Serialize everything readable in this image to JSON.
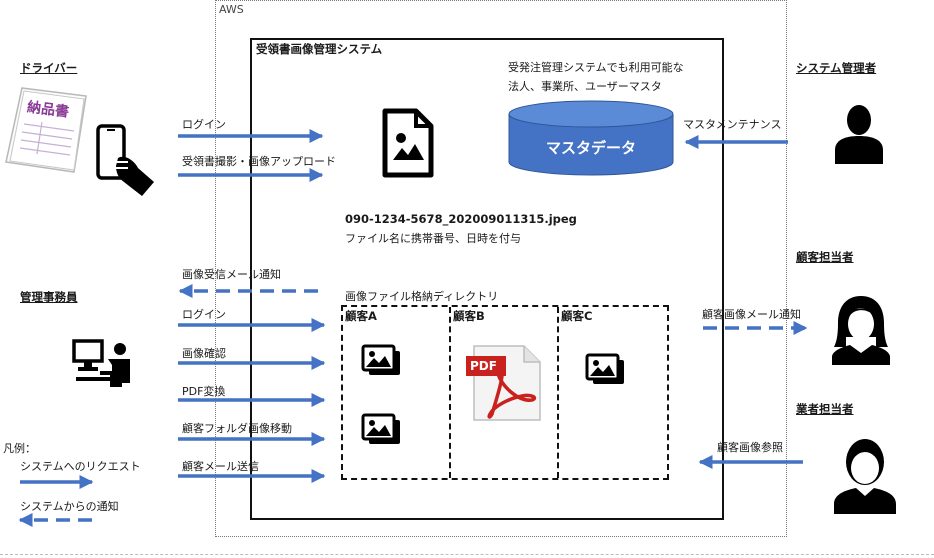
{
  "aws_label": "AWS",
  "system_title": "受領書画像管理システム",
  "note_line1": "受発注管理システムでも利用可能な",
  "note_line2": "法人、事業所、ユーザーマスタ",
  "master_db": "マスタデータ",
  "actors": {
    "driver": "ドライバー",
    "sys_admin": "システム管理者",
    "admin_office": "管理事務員",
    "customer_rep": "顧客担当者",
    "vendor_rep": "業者担当者"
  },
  "invoice_paper_label": "納品書",
  "driver_arrows": {
    "login": "ログイン",
    "upload": "受領書撮影・画像アップロード"
  },
  "file_example": {
    "name": "090-1234-5678_202009011315.jpeg",
    "caption": "ファイル名に携帯番号、日時を付与"
  },
  "maintenance": "マスタメンテナンス",
  "office_arrows": {
    "notify": "画像受信メール通知",
    "login": "ログイン",
    "confirm": "画像確認",
    "pdf": "PDF変換",
    "move": "顧客フォルダ画像移動",
    "send_mail": "顧客メール送信"
  },
  "directory_label": "画像ファイル格納ディレクトリ",
  "customers": [
    "顧客A",
    "顧客B",
    "顧客C"
  ],
  "pdf_icon_text": "PDF",
  "customer_notify": "顧客画像メール通知",
  "vendor_ref": "顧客画像参照",
  "legend": {
    "title": "凡例：",
    "request": "システムへのリクエスト",
    "notify": "システムからの通知"
  },
  "colors": {
    "arrow": "#4472c4",
    "db": "#4472c4",
    "db_top": "#5b8ad6"
  }
}
